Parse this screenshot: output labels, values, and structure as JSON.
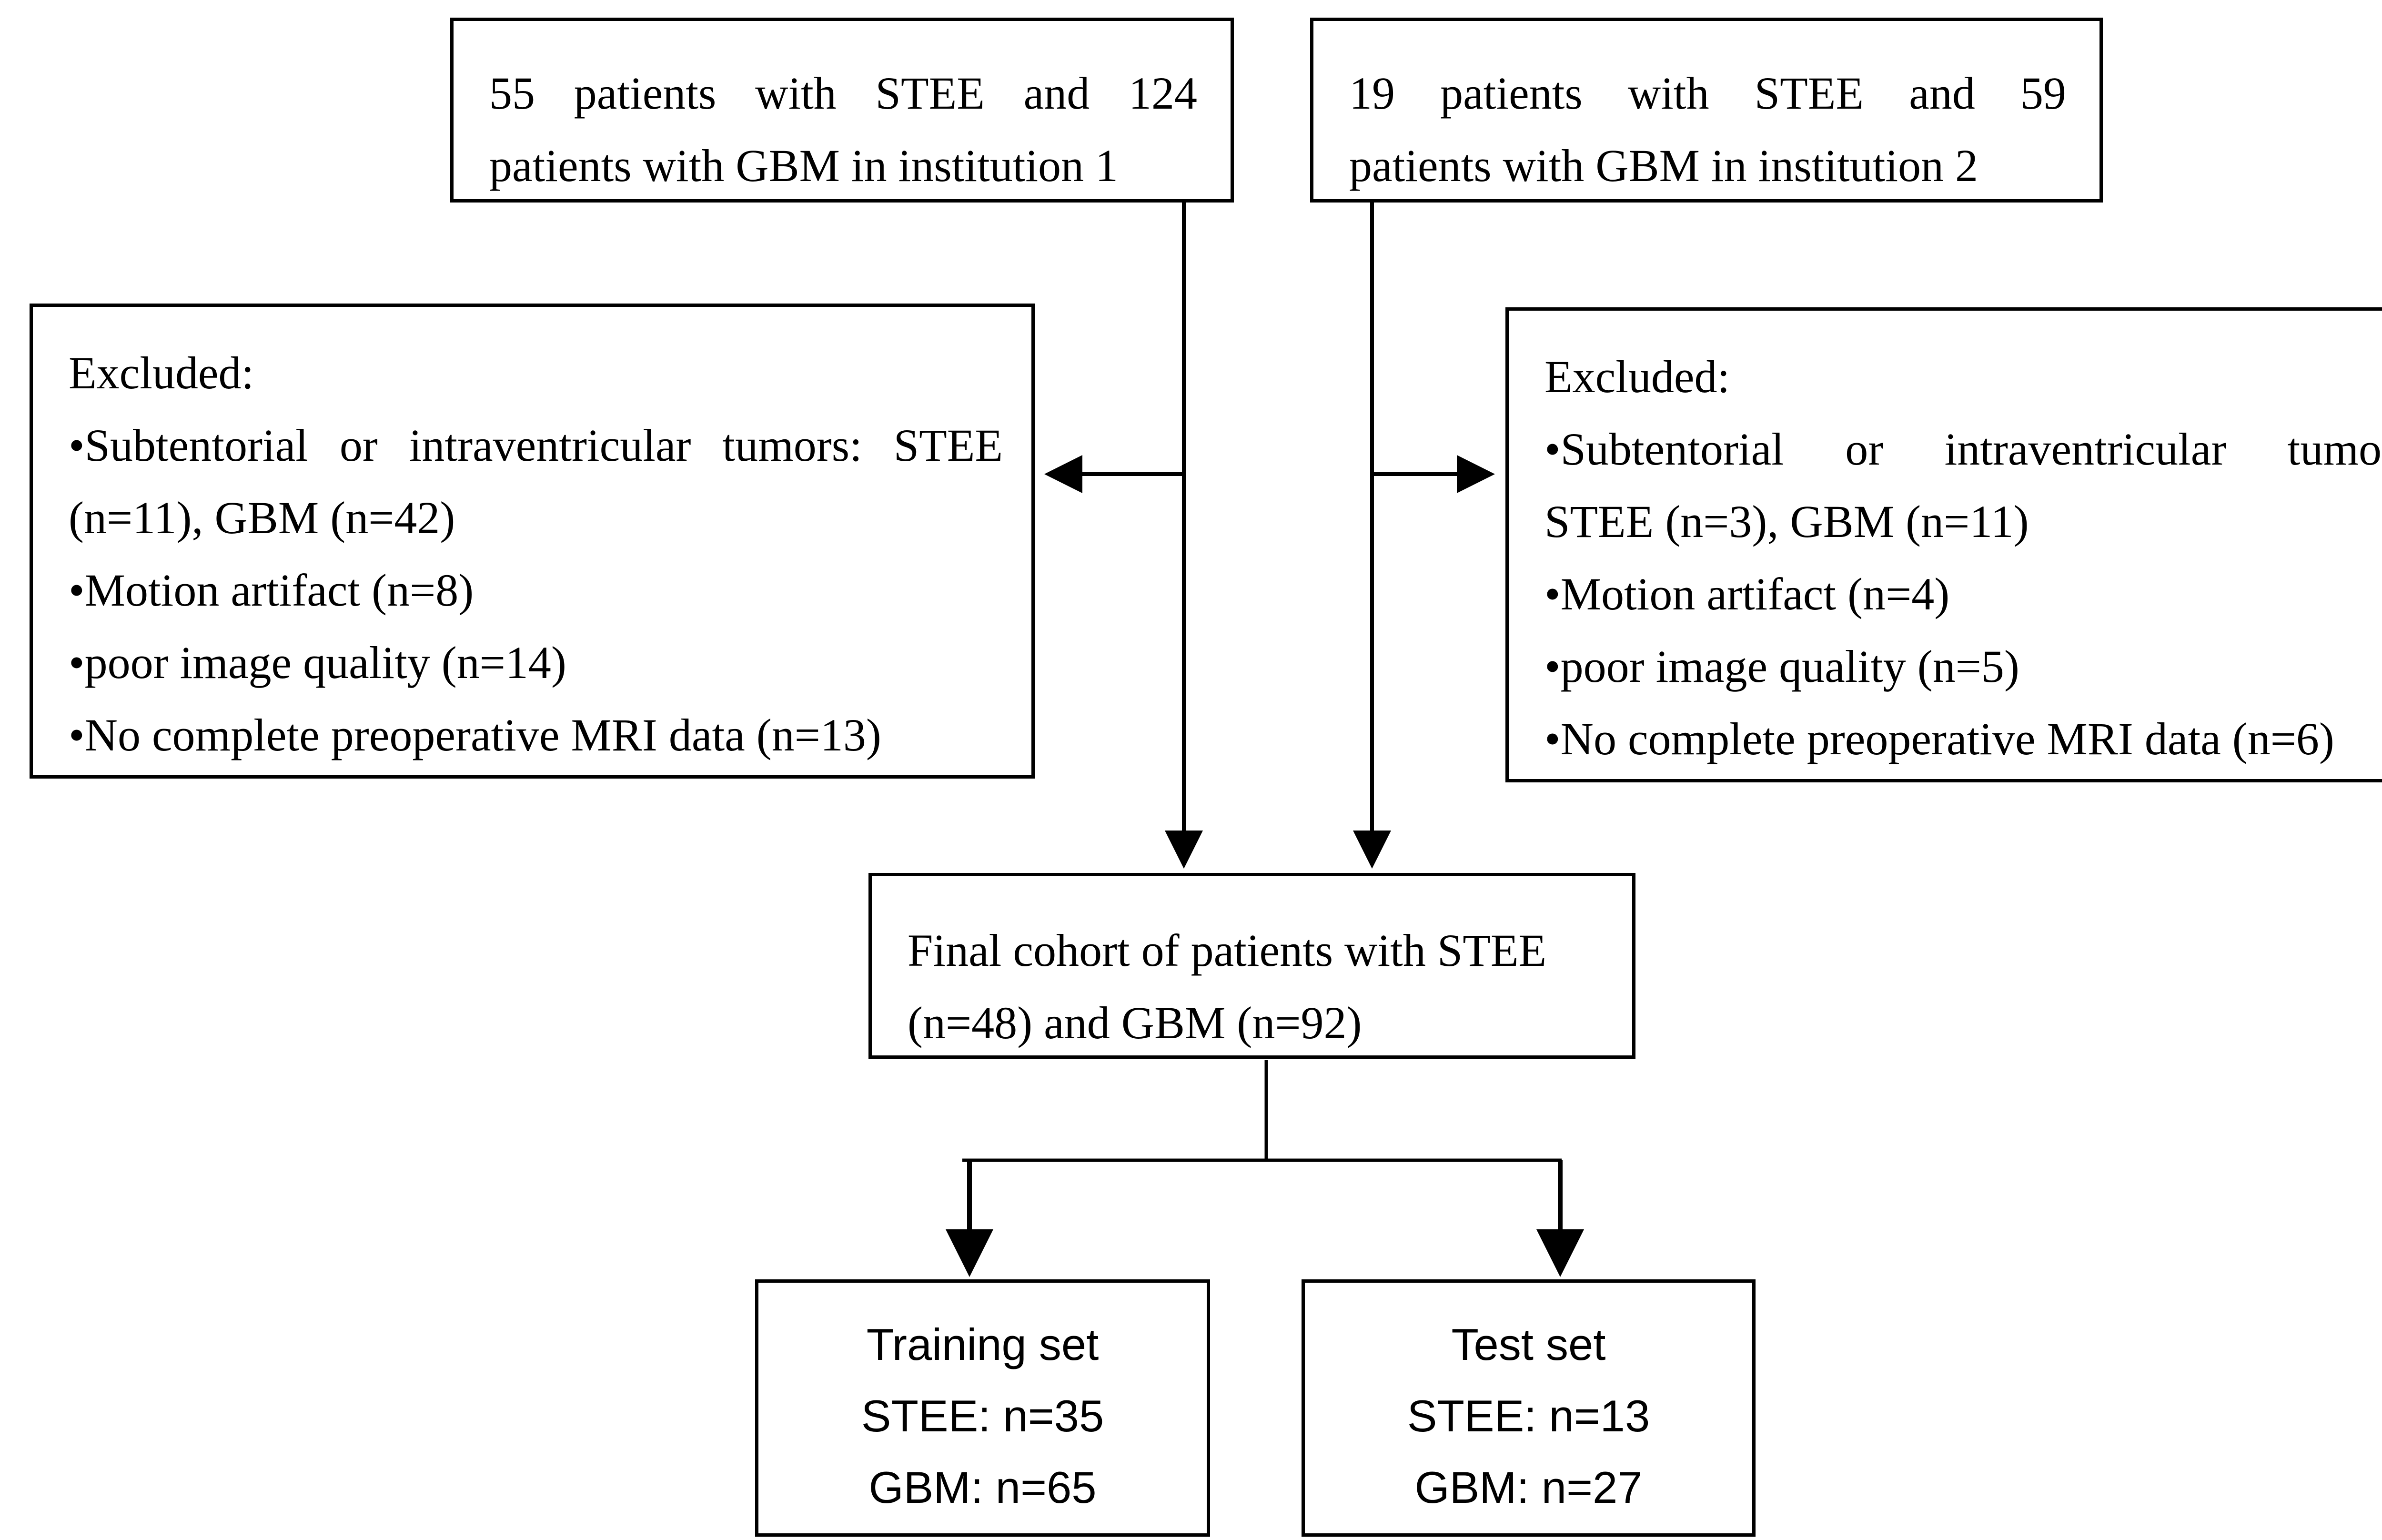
{
  "source_boxes": [
    {
      "line1": "55 patients with STEE and 124",
      "line2": "patients with GBM in institution 1"
    },
    {
      "line1": "19 patients with STEE and 59",
      "line2": "patients with GBM in institution 2"
    }
  ],
  "excluded_left": {
    "title": "Excluded:",
    "items": [
      "Subtentorial or intraventricular tumors: STEE",
      "(n=11), GBM (n=42)",
      "Motion artifact (n=8)",
      "poor image quality (n=14)",
      "No complete preoperative MRI data (n=13)"
    ]
  },
  "excluded_right": {
    "title": "Excluded:",
    "items": [
      "Subtentorial or intraventricular tumors:",
      "STEE (n=3), GBM (n=11)",
      "Motion artifact (n=4)",
      "poor image quality (n=5)",
      "No complete preoperative MRI data (n=6)"
    ]
  },
  "final_cohort": {
    "line1": "Final cohort of patients with STEE",
    "line2": "(n=48) and GBM (n=92)"
  },
  "training_set": {
    "title": "Training set",
    "stee": "STEE: n=35",
    "gbm": "GBM: n=65"
  },
  "test_set": {
    "title": "Test set",
    "stee": "STEE: n=13",
    "gbm": "GBM: n=27"
  }
}
